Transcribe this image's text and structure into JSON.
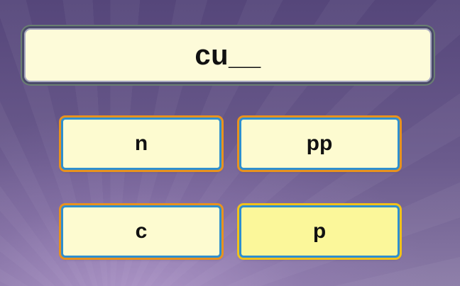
{
  "question": {
    "text": "cu__"
  },
  "answers": [
    {
      "label": "n"
    },
    {
      "label": "pp"
    },
    {
      "label": "c"
    },
    {
      "label": "p",
      "highlighted": true
    }
  ],
  "colors": {
    "card_fill": "#fdfbd0",
    "card_highlight_fill": "#fbf79a",
    "card_inner_border": "#2e8fcf",
    "card_outer_border": "#e8921e",
    "background": "#5a4a78"
  }
}
